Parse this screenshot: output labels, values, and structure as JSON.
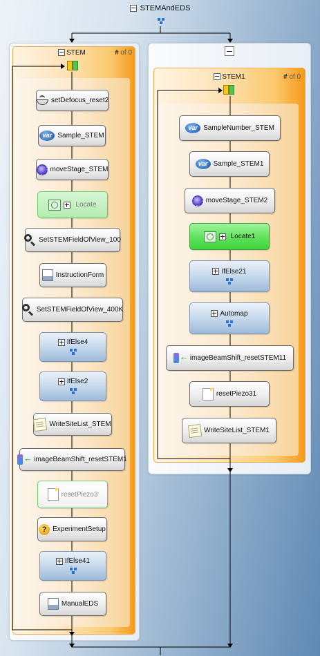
{
  "root": {
    "title": "STEMAndEDS"
  },
  "left_sequence": {
    "title": "STEM",
    "count_symbol": "#",
    "count_text": "of 0",
    "activities": [
      {
        "label": "setDefocus_reset2",
        "icon": "sensor-icon"
      },
      {
        "label": "Sample_STEM",
        "icon": "var-icon"
      },
      {
        "label": "moveStage_STEM",
        "icon": "gear-icon"
      },
      {
        "label": "Locate",
        "icon": "locate-icon",
        "state": "disabled"
      },
      {
        "label": "SetSTEMFieldOfView_100",
        "icon": "magnifier-icon"
      },
      {
        "label": "InstructionForm",
        "icon": "form-icon"
      },
      {
        "label": "SetSTEMFieldOfView_400K",
        "icon": "magnifier-icon"
      },
      {
        "label": "IfElse4",
        "icon": "branch-icon"
      },
      {
        "label": "IfElse2",
        "icon": "branch-icon"
      },
      {
        "label": "WriteSiteList_STEM",
        "icon": "note-icon"
      },
      {
        "label": "imageBeamShift_resetSTEM1",
        "icon": "beam-icon"
      },
      {
        "label": "resetPiezo3",
        "icon": "doc-icon",
        "state": "disabled"
      },
      {
        "label": "ExperimentSetup",
        "icon": "question-icon"
      },
      {
        "label": "IfElse41",
        "icon": "branch-icon"
      },
      {
        "label": "ManualEDS",
        "icon": "form-icon"
      }
    ]
  },
  "right_sequence": {
    "title": "STEM1",
    "count_symbol": "#",
    "count_text": "of 0",
    "activities": [
      {
        "label": "SampleNumber_STEM",
        "icon": "var-icon"
      },
      {
        "label": "Sample_STEM1",
        "icon": "var-icon"
      },
      {
        "label": "moveStage_STEM2",
        "icon": "gear-icon"
      },
      {
        "label": "Locate1",
        "icon": "locate-icon"
      },
      {
        "label": "IfElse21",
        "icon": "branch-icon"
      },
      {
        "label": "Automap",
        "icon": "branch-icon"
      },
      {
        "label": "imageBeamShift_resetSTEM11",
        "icon": "beam-icon"
      },
      {
        "label": "resetPiezo31",
        "icon": "doc-icon"
      },
      {
        "label": "WriteSiteList_STEM1",
        "icon": "note-icon"
      }
    ]
  },
  "colors": {
    "sequence_orange": "#f59a1a",
    "locate_green": "#5ee25a",
    "ifelse_blue": "#9ebad9",
    "connector": "#000000"
  }
}
